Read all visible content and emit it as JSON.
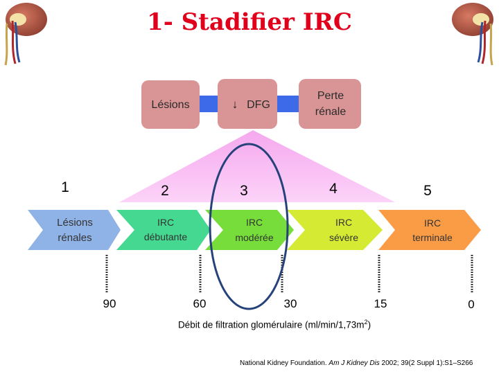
{
  "title": "1- Stadifier IRC",
  "top_boxes": [
    {
      "label": "Lésions"
    },
    {
      "label": "DFG",
      "icon": "down-arrow-icon"
    },
    {
      "label_line1": "Perte",
      "label_line2": "rénale"
    }
  ],
  "stage_numbers": [
    "1",
    "2",
    "3",
    "4",
    "5"
  ],
  "stages": [
    {
      "line1": "Lésions",
      "line2": "rénales",
      "color": "#8fb3e6"
    },
    {
      "line1": "IRC",
      "line2": "débutante",
      "color": "#45d890"
    },
    {
      "line1": "IRC",
      "line2": "modérée",
      "color": "#76dd3a"
    },
    {
      "line1": "IRC",
      "line2": "sévère",
      "color": "#d4ea33"
    },
    {
      "line1": "IRC",
      "line2": "terminale",
      "color": "#fa9c46"
    }
  ],
  "gfr_ticks": [
    "90",
    "60",
    "30",
    "15",
    "0"
  ],
  "axis_label": "Débit de filtration glomérulaire (ml/min/1,73m",
  "axis_label_sup": "2",
  "axis_label_end": ")",
  "reference": {
    "prefix": "National Kidney Foundation. ",
    "journal": "Am J Kidney Dis",
    "suffix": " 2002; 39(2 Suppl 1):S1–S266"
  },
  "colors": {
    "title": "#e0001b",
    "pink_box": "#d99596",
    "arrow_blue": "#3d6ae8",
    "highlight_ellipse": "#26427a"
  }
}
